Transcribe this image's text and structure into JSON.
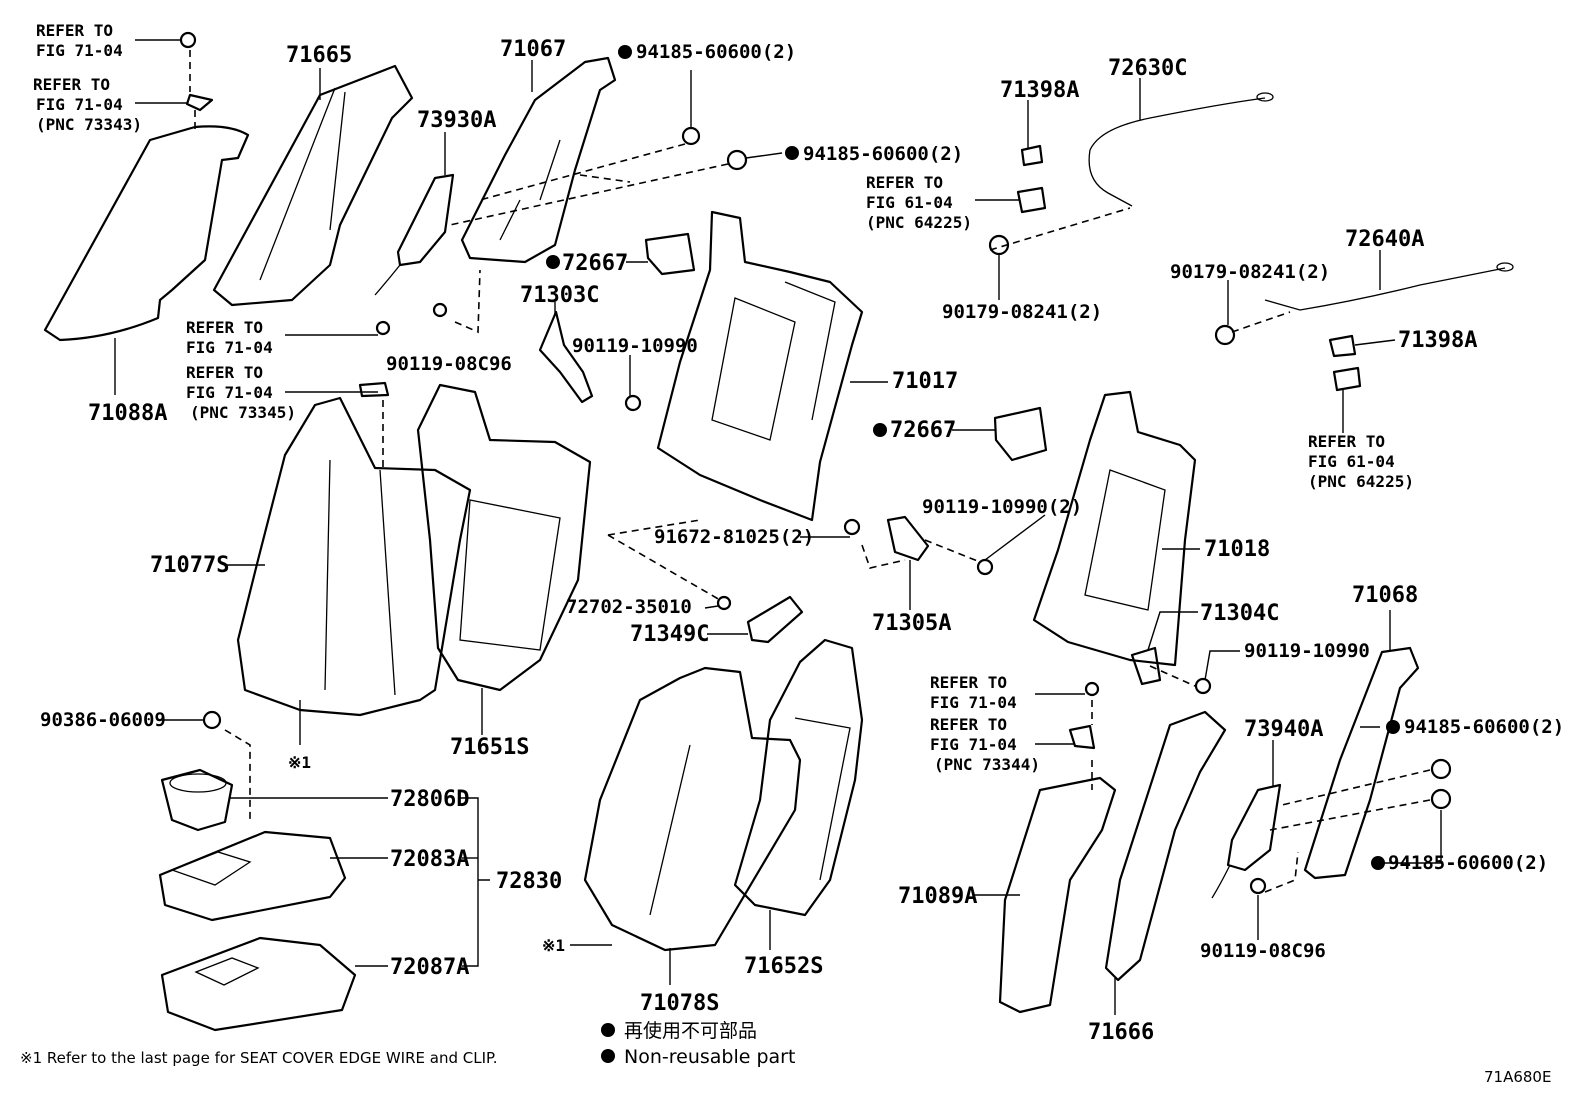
{
  "labels": {
    "refer_7104_a": [
      "REFER TO",
      "FIG 71-04"
    ],
    "refer_7104_b": [
      "REFER TO",
      "FIG 71-04",
      "(PNC 73343)"
    ],
    "refer_7104_c": [
      "REFER TO",
      "FIG 71-04"
    ],
    "refer_7104_d": [
      "REFER TO",
      "FIG 71-04",
      "(PNC 73345)"
    ],
    "refer_6104_a": [
      "REFER TO",
      "FIG 61-04",
      "(PNC 64225)"
    ],
    "refer_6104_b": [
      "REFER TO",
      "FIG 61-04",
      "(PNC 64225)"
    ],
    "refer_7104_e": [
      "REFER TO",
      "FIG 71-04"
    ],
    "refer_7104_f": [
      "REFER TO",
      "FIG 71-04",
      "(PNC 73344)"
    ],
    "p71665": "71665",
    "p71067": "71067",
    "p94185_a": "94185-60600(2)",
    "p94185_b": "94185-60600(2)",
    "p73930A": "73930A",
    "p71088A": "71088A",
    "p72667_a": "72667",
    "p71303C": "71303C",
    "p90119_08C96_a": "90119-08C96",
    "p90119_10990_a": "90119-10990",
    "p71017": "71017",
    "p71398A_a": "71398A",
    "p72630C": "72630C",
    "p90179_a": "90179-08241(2)",
    "p90179_b": "90179-08241(2)",
    "p72640A": "72640A",
    "p71398A_b": "71398A",
    "p72667_b": "72667",
    "p90119_10990_b": "90119-10990(2)",
    "p91672": "91672-81025(2)",
    "p71018": "71018",
    "p71077S": "71077S",
    "p72702": "72702-35010",
    "p71349C": "71349C",
    "p71305A": "71305A",
    "p71304C": "71304C",
    "p90119_10990_c": "90119-10990",
    "p71068": "71068",
    "p71651S": "71651S",
    "p90386": "90386-06009",
    "ref_mark_1": "※1",
    "p72806D": "72806D",
    "p72083A": "72083A",
    "p72830": "72830",
    "p72087A": "72087A",
    "ref_mark_2": "※1",
    "p71078S": "71078S",
    "p71652S": "71652S",
    "p71089A": "71089A",
    "p73940A": "73940A",
    "p94185_c": "94185-60600(2)",
    "p94185_d": "94185-60600(2)",
    "p90119_08C96_b": "90119-08C96",
    "p71666": "71666"
  },
  "legend": {
    "jp": "再使用不可部品",
    "en": "Non-reusable part"
  },
  "footnote": "※1 Refer to the last page for SEAT COVER EDGE WIRE and CLIP.",
  "figure_code": "71A680E"
}
